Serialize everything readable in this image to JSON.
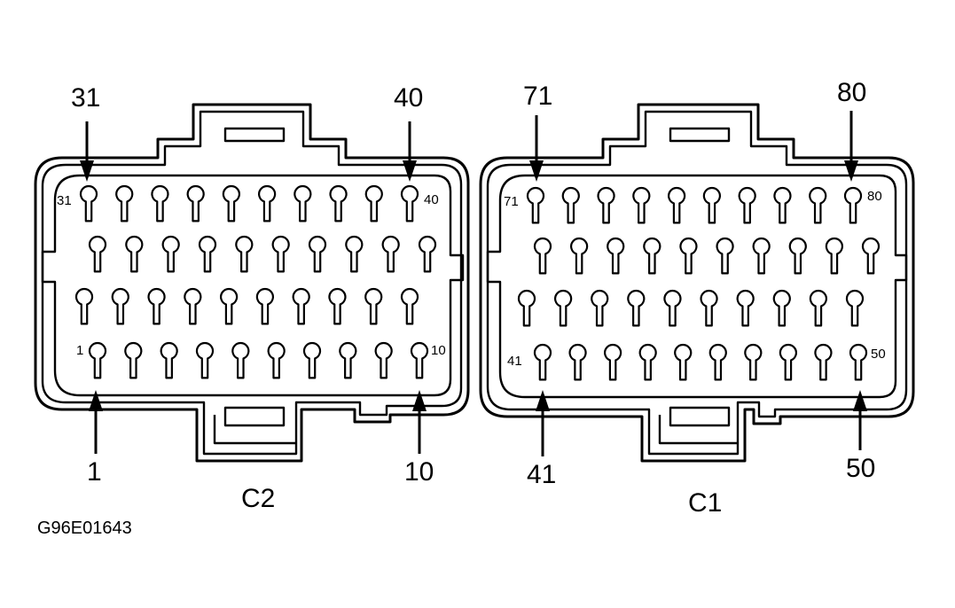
{
  "figure_code": "G96E01643",
  "connectors": [
    {
      "id": "c2",
      "name": "C2",
      "callouts": {
        "top_left": "31",
        "top_right": "40",
        "bottom_left": "1",
        "bottom_right": "10"
      },
      "pin_labels": {
        "top_left": "31",
        "top_right": "40",
        "bottom_left": "1",
        "bottom_right": "10"
      }
    },
    {
      "id": "c1",
      "name": "C1",
      "callouts": {
        "top_left": "71",
        "top_right": "80",
        "bottom_left": "41",
        "bottom_right": "50"
      },
      "pin_labels": {
        "top_left": "71",
        "top_right": "80",
        "bottom_left": "41",
        "bottom_right": "50"
      }
    }
  ]
}
